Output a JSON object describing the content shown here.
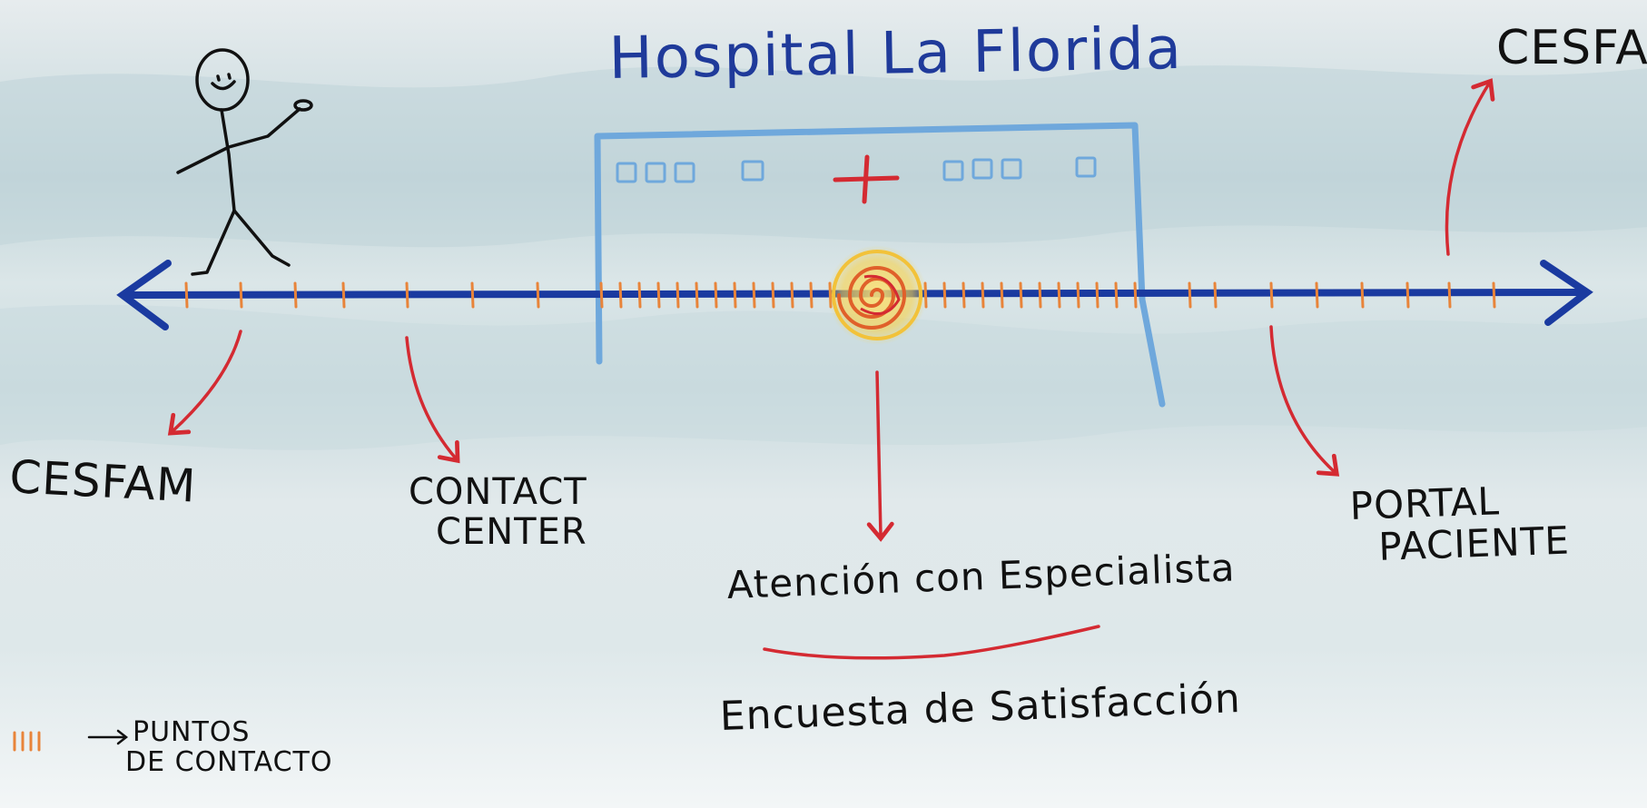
{
  "title": "Hospital La Florida",
  "labels": {
    "cesfam_top_right": "CESFAM",
    "cesfam_left": "CESFAM",
    "contact_center_line1": "CONTACT",
    "contact_center_line2": "CENTER",
    "atencion": "Atención con Especialista",
    "encuesta": "Encuesta de Satisfacción",
    "portal_line1": "PORTAL",
    "portal_line2": "PACIENTE"
  },
  "legend": {
    "symbol": "||||",
    "arrow": "→",
    "label_line1": "PUNTOS",
    "label_line2": "DE CONTACTO"
  },
  "colors": {
    "timeline": "#1a3aa0",
    "title": "#1f3a9a",
    "hospital_outline": "#6fa8dc",
    "red_arrow": "#d42a32",
    "tick": "#e8843a",
    "highlight": "#f2c23a",
    "ink": "#111111"
  },
  "icons": {
    "person": "stick-figure-icon",
    "hospital": "hospital-building-icon",
    "cross": "medical-cross-icon",
    "highlight": "swirl-highlight-icon"
  }
}
